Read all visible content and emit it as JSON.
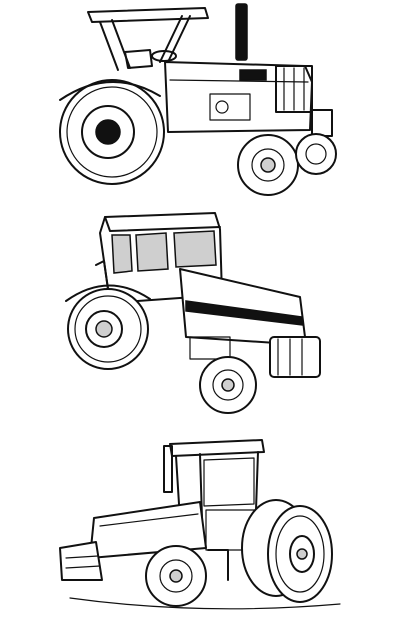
{
  "illustrations": [
    {
      "subject": "tractor-canopy-open-station"
    },
    {
      "subject": "tractor-enclosed-cab"
    },
    {
      "subject": "tractor-modern-dual-wheels"
    }
  ],
  "colors": {
    "line": "#111111",
    "background": "#ffffff",
    "shade": "#cfcfcf"
  }
}
